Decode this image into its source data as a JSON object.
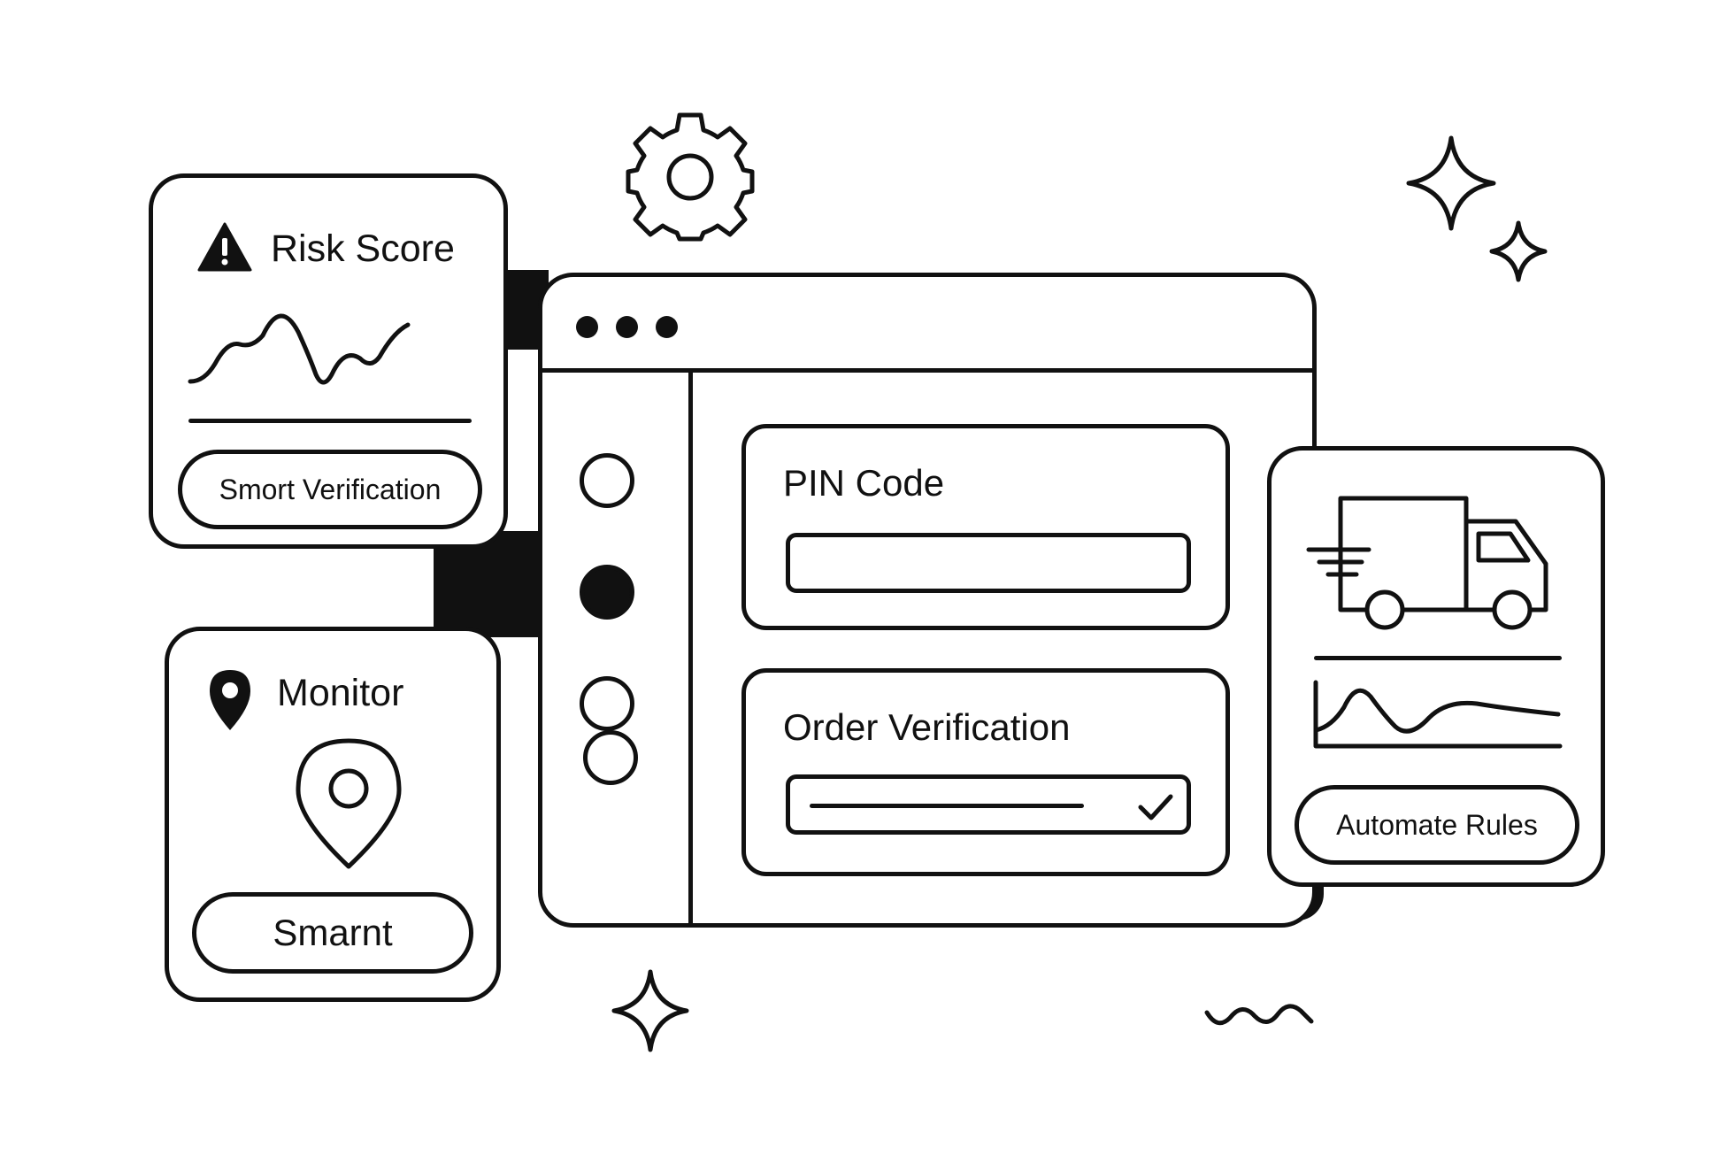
{
  "colors": {
    "ink": "#111111",
    "background": "#ffffff"
  },
  "icons": [
    "gear-icon",
    "sparkle-icon",
    "warning-triangle-icon",
    "map-pin-icon",
    "truck-icon",
    "checkmark-icon",
    "squiggle-icon"
  ],
  "window": {
    "controls": [
      "dot",
      "dot",
      "dot"
    ],
    "sidebar_options": [
      {
        "state": "unselected"
      },
      {
        "state": "selected"
      },
      {
        "state": "unselected"
      }
    ],
    "pin_card": {
      "label": "PIN Code",
      "input_value": ""
    },
    "order_card": {
      "label": "Order Verification",
      "verified": true
    }
  },
  "risk_card": {
    "title": "Risk Score",
    "button_label": "Smort Verification"
  },
  "monitor_card": {
    "title": "Monitor",
    "button_label": "Smarnt"
  },
  "shipping_card": {
    "button_label": "Automate Rules"
  }
}
